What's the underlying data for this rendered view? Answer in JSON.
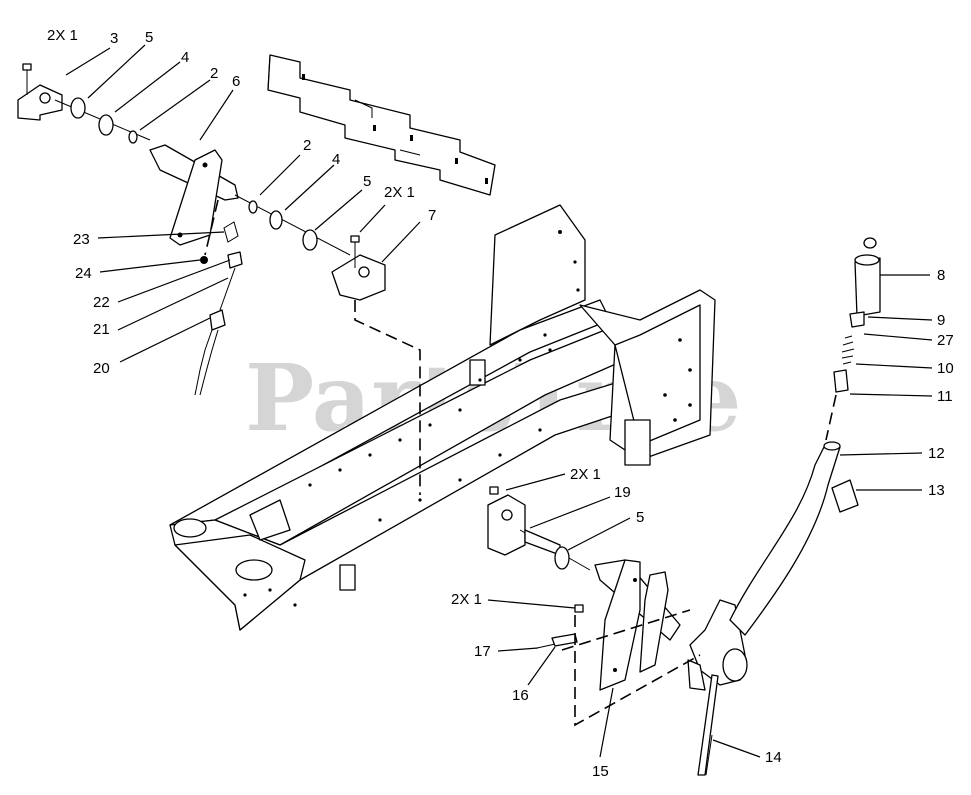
{
  "watermark": {
    "text": "PartsTree",
    "mark": "™"
  },
  "callouts": [
    {
      "id": "c-2x1-top",
      "label": "2X 1"
    },
    {
      "id": "c-3",
      "label": "3"
    },
    {
      "id": "c-5a",
      "label": "5"
    },
    {
      "id": "c-4a",
      "label": "4"
    },
    {
      "id": "c-2a",
      "label": "2"
    },
    {
      "id": "c-6",
      "label": "6"
    },
    {
      "id": "c-2b",
      "label": "2"
    },
    {
      "id": "c-4b",
      "label": "4"
    },
    {
      "id": "c-5b",
      "label": "5"
    },
    {
      "id": "c-2x1-mid",
      "label": "2X 1"
    },
    {
      "id": "c-7",
      "label": "7"
    },
    {
      "id": "c-23",
      "label": "23"
    },
    {
      "id": "c-24",
      "label": "24"
    },
    {
      "id": "c-22",
      "label": "22"
    },
    {
      "id": "c-21",
      "label": "21"
    },
    {
      "id": "c-20",
      "label": "20"
    },
    {
      "id": "c-8",
      "label": "8"
    },
    {
      "id": "c-9",
      "label": "9"
    },
    {
      "id": "c-27",
      "label": "27"
    },
    {
      "id": "c-10",
      "label": "10"
    },
    {
      "id": "c-11",
      "label": "11"
    },
    {
      "id": "c-12",
      "label": "12"
    },
    {
      "id": "c-13",
      "label": "13"
    },
    {
      "id": "c-2x1-right",
      "label": "2X 1"
    },
    {
      "id": "c-19",
      "label": "19"
    },
    {
      "id": "c-5c",
      "label": "5"
    },
    {
      "id": "c-2x1-low",
      "label": "2X 1"
    },
    {
      "id": "c-17",
      "label": "17"
    },
    {
      "id": "c-16",
      "label": "16"
    },
    {
      "id": "c-15",
      "label": "15"
    },
    {
      "id": "c-14",
      "label": "14"
    }
  ]
}
